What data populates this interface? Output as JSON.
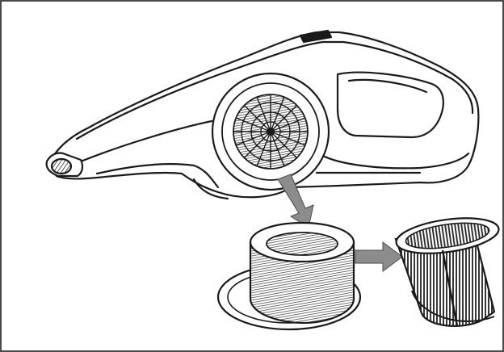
{
  "figure": {
    "description_text": "",
    "colors": {
      "line": "#1a1a1a",
      "fill": "#ffffff",
      "frame": "#4a4a4a",
      "arrow_grey": "#8c8c8c",
      "mesh_dark": "#3a3a3a"
    },
    "parts": {
      "vacuum": "handheld-vacuum",
      "filter_housing": "filter-housing-with-mesh",
      "filter": "cylindrical-pleated-filter"
    },
    "icons": {
      "down_arrow": "arrow-down-icon",
      "right_arrow": "arrow-right-icon"
    }
  }
}
